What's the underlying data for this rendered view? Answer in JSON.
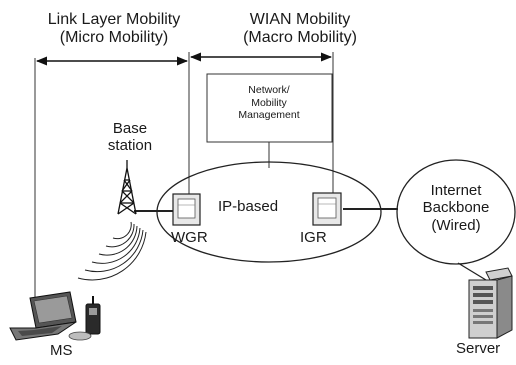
{
  "header": {
    "link_layer": "Link Layer Mobility\n(Micro Mobility)",
    "wian": "WIAN Mobility\n(Macro Mobility)"
  },
  "nodes": {
    "network_mgmt": "Network/\nMobility\nManagement",
    "base_station": "Base\nstation",
    "ip_based": "IP-based",
    "wgr": "WGR",
    "igr": "IGR",
    "internet": "Internet\nBackbone\n(Wired)",
    "ms": "MS",
    "server": "Server"
  },
  "icons": [
    "antenna-tower-icon",
    "router-icon",
    "laptop-icon",
    "mobile-phone-icon",
    "server-icon",
    "radio-waves-icon"
  ]
}
